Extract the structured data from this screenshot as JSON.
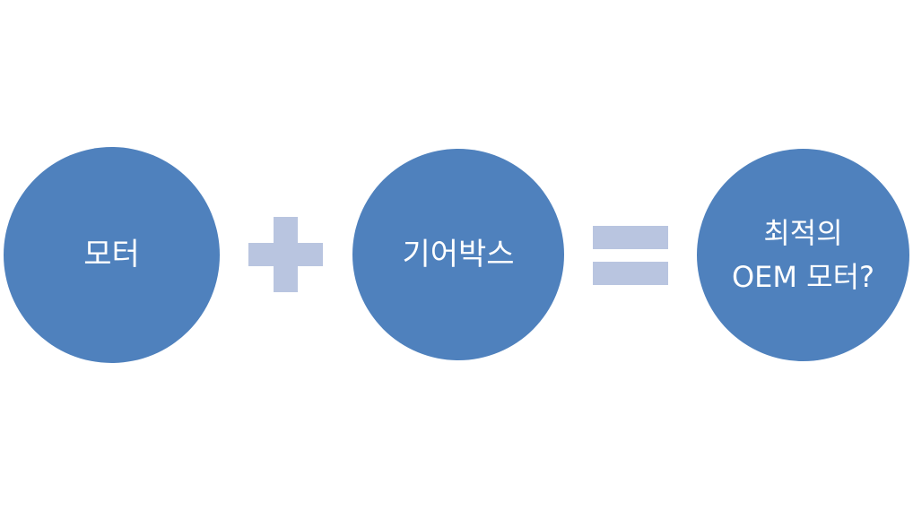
{
  "colors": {
    "circle_fill": "#4f81bd",
    "operator_fill": "#b9c5e0",
    "text": "#ffffff",
    "background": "#ffffff"
  },
  "diagram": {
    "circles": [
      {
        "label": "모터"
      },
      {
        "label": "기어박스"
      },
      {
        "line1": "최적의",
        "line2": "OEM 모터?"
      }
    ],
    "operators": [
      "plus",
      "equals"
    ]
  }
}
